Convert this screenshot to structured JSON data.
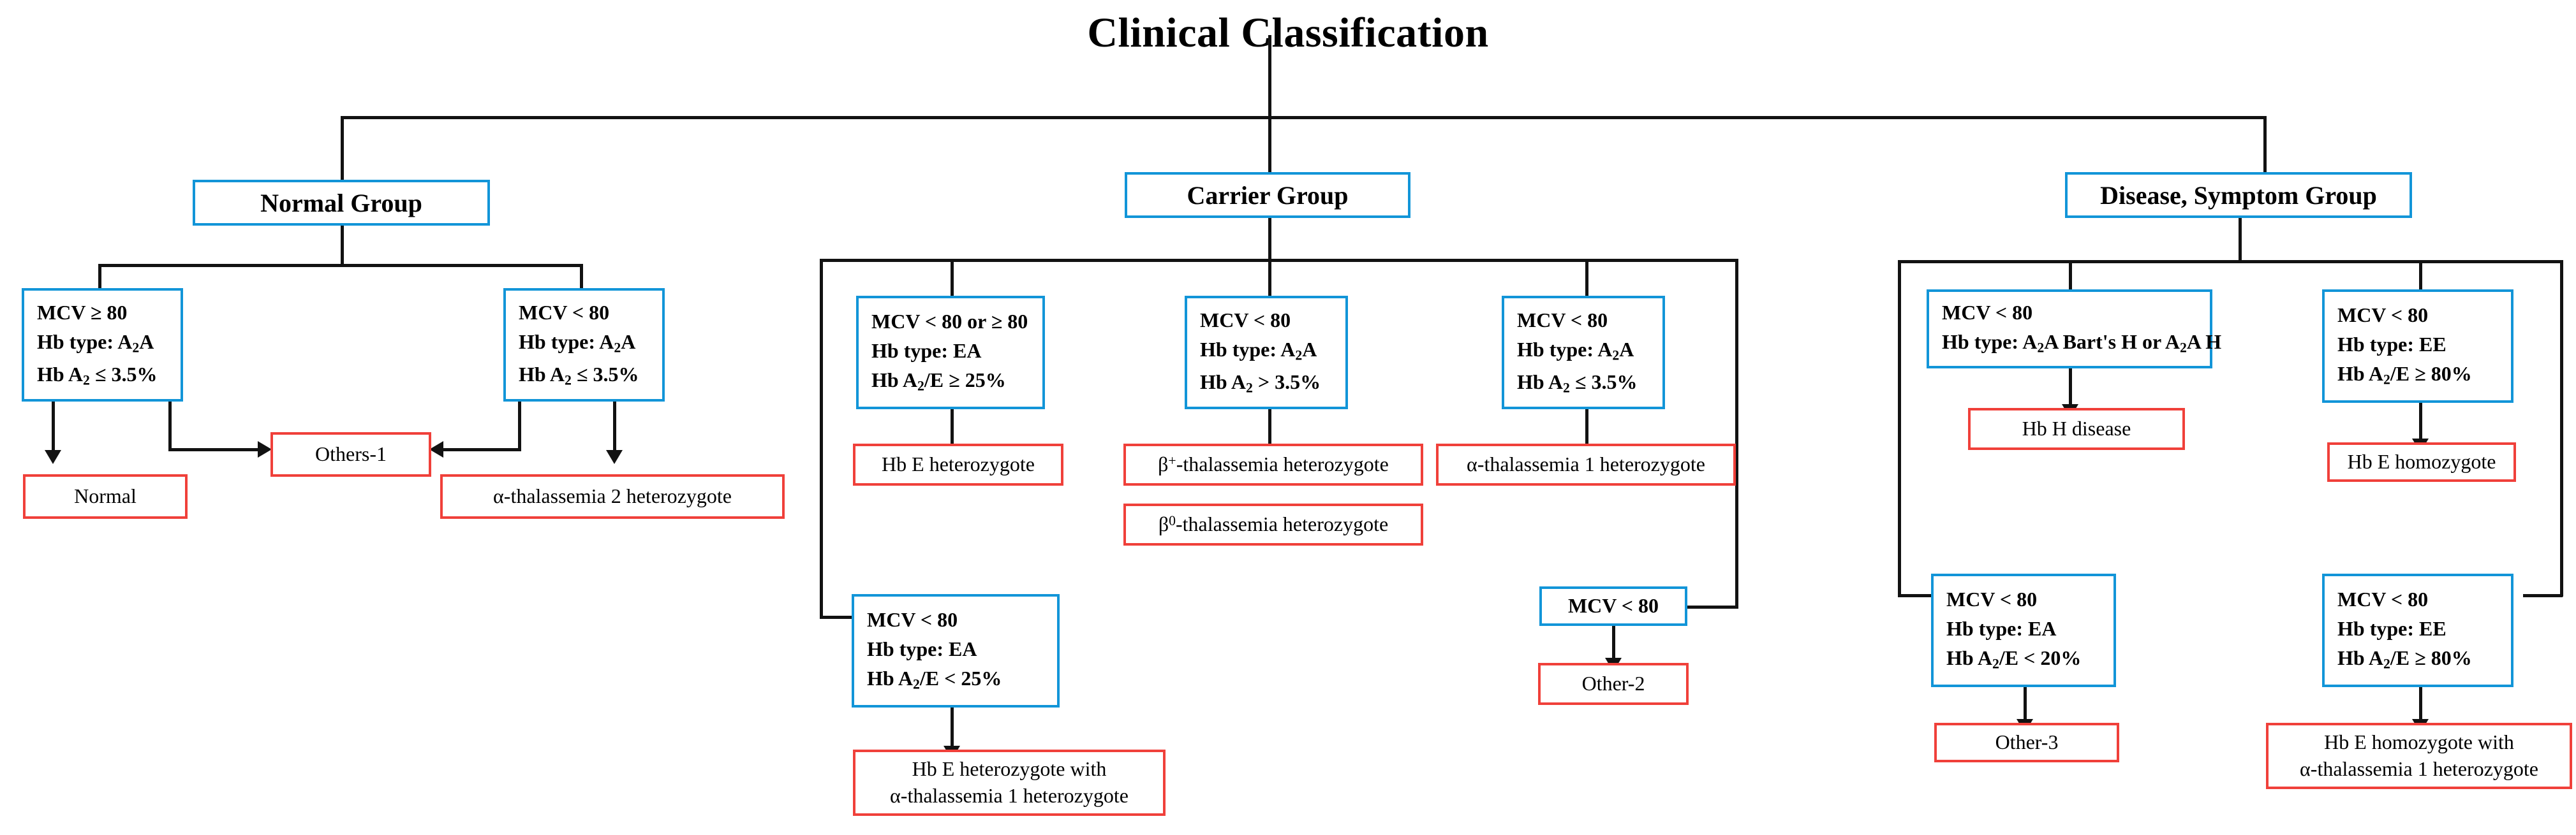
{
  "title": "Clinical Classification",
  "colors": {
    "criteria_border": "#1295d8",
    "result_border": "#f0403a",
    "connector": "#121212",
    "text": "#000000",
    "background": "#ffffff"
  },
  "groups": [
    {
      "id": "normal",
      "label": "Normal Group"
    },
    {
      "id": "carrier",
      "label": "Carrier Group"
    },
    {
      "id": "disease",
      "label": "Disease, Symptom Group"
    }
  ],
  "normal_group": {
    "criteria": [
      {
        "id": "n1",
        "lines": [
          "MCV ≥ 80",
          "Hb type: A₂A",
          "Hb A₂ ≤ 3.5%"
        ],
        "line1": "MCV ≥ 80",
        "line2_prefix": "Hb type: A",
        "line2_sub": "2",
        "line2_suffix": "A",
        "line3_prefix": "Hb A",
        "line3_sub": "2",
        "line3_suffix": " ≤ 3.5%"
      },
      {
        "id": "n2",
        "lines": [
          "MCV < 80",
          "Hb type: A₂A",
          "Hb A₂ ≤ 3.5%"
        ],
        "line1": "MCV < 80",
        "line2_prefix": "Hb type: A",
        "line2_sub": "2",
        "line2_suffix": "A",
        "line3_prefix": "Hb A",
        "line3_sub": "2",
        "line3_suffix": " ≤ 3.5%"
      }
    ],
    "results": [
      {
        "id": "normal",
        "text": "Normal"
      },
      {
        "id": "others-1",
        "text": "Others-1"
      },
      {
        "id": "alpha2het",
        "text": "α-thalassemia 2 heterozygote"
      }
    ]
  },
  "carrier_group": {
    "criteria": [
      {
        "id": "c1",
        "lines": [
          "MCV < 80 or  ≥ 80",
          "Hb type: EA",
          "Hb  A₂/E ≥ 25%"
        ],
        "line1": "MCV < 80 or  ≥ 80",
        "line2": "Hb type: EA",
        "line3_prefix": "Hb  A",
        "line3_sub": "2",
        "line3_suffix": "/E ≥ 25%"
      },
      {
        "id": "c2",
        "lines": [
          "MCV < 80",
          "Hb type: A₂A",
          "Hb A₂ > 3.5%"
        ],
        "line1": "MCV < 80",
        "line2_prefix": "Hb type: A",
        "line2_sub": "2",
        "line2_suffix": "A",
        "line3_prefix": "Hb A",
        "line3_sub": "2",
        "line3_suffix": " > 3.5%"
      },
      {
        "id": "c3",
        "lines": [
          "MCV < 80",
          "Hb type: A₂A",
          "Hb A₂ ≤ 3.5%"
        ],
        "line1": "MCV < 80",
        "line2_prefix": "Hb type: A",
        "line2_sub": "2",
        "line2_suffix": "A",
        "line3_prefix": "Hb A",
        "line3_sub": "2",
        "line3_suffix": " ≤ 3.5%"
      },
      {
        "id": "c4",
        "lines": [
          "MCV < 80",
          "Hb type: EA",
          "Hb  A₂/E < 25%"
        ],
        "line1": "MCV < 80",
        "line2": "Hb type: EA",
        "line3_prefix": "Hb  A",
        "line3_sub": "2",
        "line3_suffix": "/E < 25%"
      },
      {
        "id": "c5",
        "line1": "MCV < 80"
      }
    ],
    "results": [
      {
        "id": "hbe-het",
        "text": "Hb E heterozygote"
      },
      {
        "id": "beta-plus-het",
        "prefix": "β",
        "sup": "+",
        "suffix": "-thalassemia  heterozygote"
      },
      {
        "id": "beta-zero-het",
        "prefix": "β",
        "sup": "0",
        "suffix": "-thalassemia  heterozygote"
      },
      {
        "id": "alpha1-het",
        "text": "α-thalassemia 1 heterozygote"
      },
      {
        "id": "hbe-het-alpha",
        "line1": "Hb E heterozygote  with",
        "line2": "α-thalassemia  1 heterozygote"
      },
      {
        "id": "other-2",
        "text": "Other-2"
      }
    ]
  },
  "disease_group": {
    "criteria": [
      {
        "id": "d1",
        "lines": [
          "MCV < 80",
          "Hb type: A₂A Bart's H or A₂A H"
        ],
        "line1": "MCV < 80",
        "line2_prefix": "Hb type: A",
        "line2_sub": "2",
        "line2_mid": "A Bart's H or A",
        "line2_sub2": "2",
        "line2_suffix": "A H"
      },
      {
        "id": "d2",
        "lines": [
          "MCV < 80",
          "Hb type: EE",
          "Hb A₂/E ≥ 80%"
        ],
        "line1": "MCV < 80",
        "line2": "Hb type: EE",
        "line3_prefix": "Hb A",
        "line3_sub": "2",
        "line3_suffix": "/E ≥ 80%"
      },
      {
        "id": "d3",
        "lines": [
          "MCV < 80",
          "Hb type: EA",
          "Hb A₂/E < 20%"
        ],
        "line1": "MCV < 80",
        "line2": "Hb type: EA",
        "line3_prefix": "Hb A",
        "line3_sub": "2",
        "line3_suffix": "/E < 20%"
      },
      {
        "id": "d4",
        "lines": [
          "MCV < 80",
          "Hb type: EE",
          "Hb A₂/E ≥ 80%"
        ],
        "line1": "MCV < 80",
        "line2": "Hb type: EE",
        "line3_prefix": "Hb A",
        "line3_sub": "2",
        "line3_suffix": "/E ≥ 80%"
      }
    ],
    "results": [
      {
        "id": "hbh-disease",
        "text": "Hb H disease"
      },
      {
        "id": "hbe-homo",
        "text": "Hb E homozygote"
      },
      {
        "id": "other-3",
        "text": "Other-3"
      },
      {
        "id": "hbe-homo-alpha",
        "line1": "Hb E homozygote with",
        "line2": "α-thalassemia 1 heterozygote"
      }
    ]
  }
}
